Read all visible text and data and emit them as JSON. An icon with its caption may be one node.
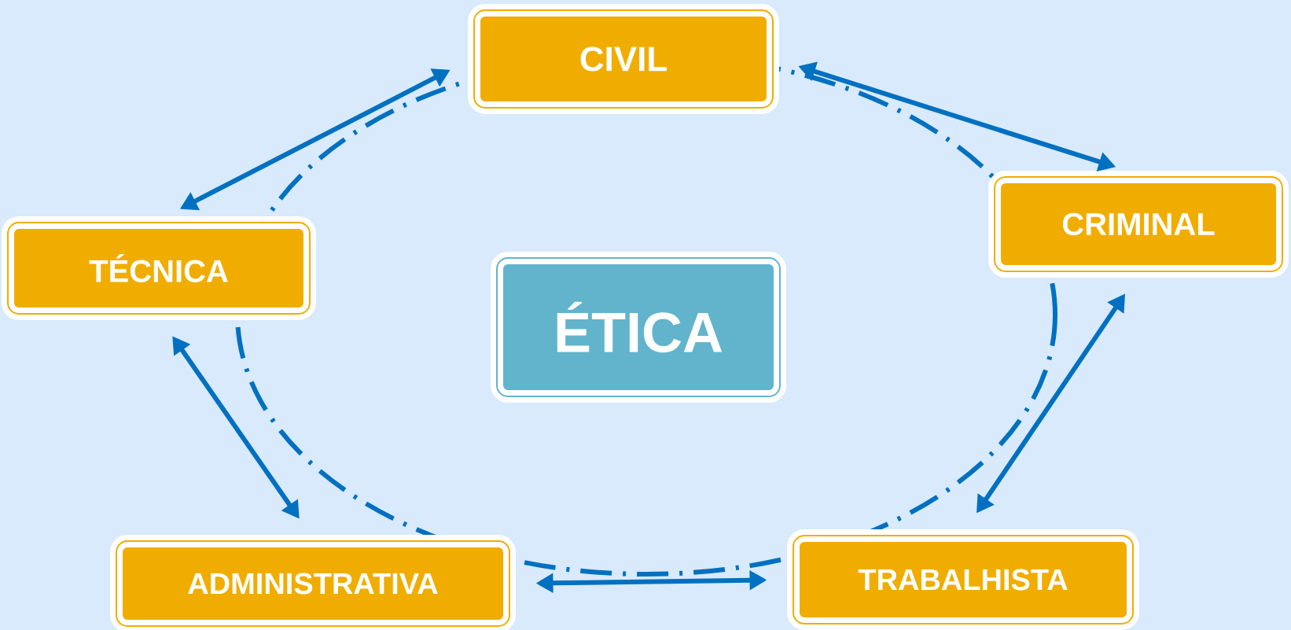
{
  "diagram": {
    "nodes": [
      {
        "text": [
          "CIVIL"
        ]
      },
      {
        "text": [
          "CRIMINAL"
        ]
      },
      {
        "text": [
          "TRABALHISTA"
        ]
      },
      {
        "text": [
          "ADMINISTRATIVA"
        ]
      },
      {
        "text": [
          "TÉCNICA"
        ]
      },
      {
        "text": [
          "ÉTICA"
        ]
      }
    ],
    "edges": [
      {
        "from": 0,
        "to": 1,
        "arrow": "both"
      },
      {
        "from": 1,
        "to": 2,
        "arrow": "both"
      },
      {
        "from": 2,
        "to": 3,
        "arrow": "both"
      },
      {
        "from": 3,
        "to": 4,
        "arrow": "both"
      },
      {
        "from": 4,
        "to": 0,
        "arrow": "both"
      }
    ]
  }
}
